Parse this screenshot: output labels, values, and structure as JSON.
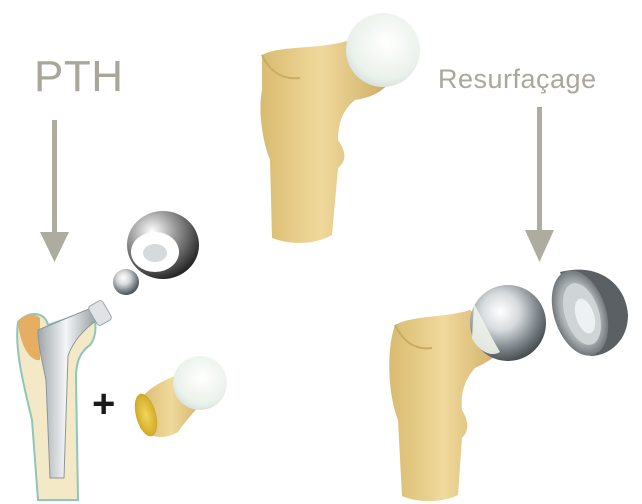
{
  "labels": {
    "left_procedure": "PTH",
    "right_procedure": "Resurfaçage",
    "plus_sign": "+"
  },
  "colors": {
    "bone": "#e8cf8e",
    "bone_shade": "#c9ab62",
    "cartilage": "#eef3ea",
    "arrow": "#aeac9f",
    "label_text": "#a9a79b",
    "metal": "#c4c9cc",
    "ceramic": "#f1f1f1",
    "cancellous": "#e7c53a"
  },
  "icons": {
    "top_center": "intact-femur",
    "left_implant": "hip-stem-prosthesis",
    "left_ball": "ceramic-head-ball",
    "left_cup": "acetabular-liner-cup",
    "left_resected": "resected-femoral-head",
    "right_bone": "resurfaced-femur",
    "right_cap": "metal-resurfacing-cap",
    "right_cup": "metal-acetabular-cup"
  }
}
